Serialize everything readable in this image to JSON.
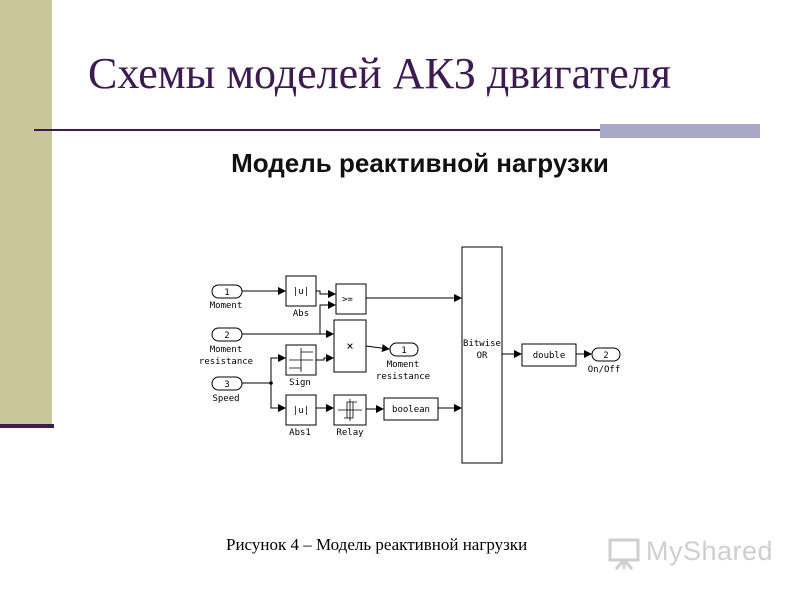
{
  "slide": {
    "title": "Схемы моделей АКЗ двигателя",
    "subtitle": "Модель реактивной нагрузки",
    "caption": "Рисунок 4 – Модель реактивной нагрузки",
    "watermark": "MyShared"
  },
  "diagram": {
    "inports": [
      {
        "number": "1",
        "label": "Moment"
      },
      {
        "number": "2",
        "label_lines": [
          "Moment",
          "resistance"
        ]
      },
      {
        "number": "3",
        "label": "Speed"
      }
    ],
    "blocks": {
      "abs_top": {
        "symbol": "|u|",
        "label": "Abs"
      },
      "compare": {
        "symbol": ">="
      },
      "product": {
        "symbol": "×"
      },
      "sign": {
        "label": "Sign"
      },
      "abs_bottom": {
        "symbol": "|u|",
        "label": "Abs1"
      },
      "relay": {
        "label": "Relay"
      },
      "to_boolean": {
        "symbol": "boolean"
      },
      "bitwise_or": {
        "lines": [
          "Bitwise",
          "OR"
        ]
      },
      "to_double": {
        "symbol": "double"
      }
    },
    "outports": [
      {
        "number": "1",
        "label_lines": [
          "Moment",
          "resistance"
        ]
      },
      {
        "number": "2",
        "label": "On/Off"
      }
    ]
  },
  "colors": {
    "title": "#3c1a52",
    "sidebar": "#c8c69a",
    "rule_accent": "#a9a9c7",
    "watermark": "#cfcfcf"
  }
}
